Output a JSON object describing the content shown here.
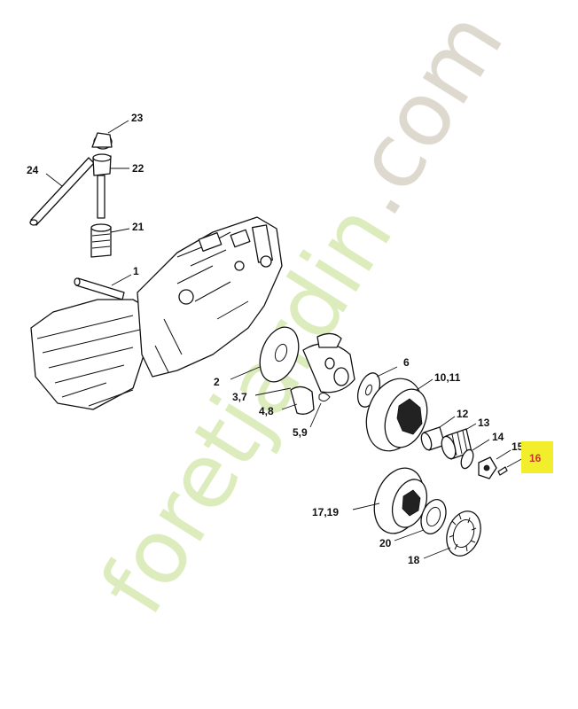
{
  "watermark": {
    "green_part": "foretjardin",
    "grey_part": ".com"
  },
  "highlight_color": "#f2ee2c",
  "labels": {
    "l23": "23",
    "l24": "24",
    "l22": "22",
    "l21": "21",
    "l1": "1",
    "l2": "2",
    "l6": "6",
    "l1011": "10,11",
    "l37": "3,7",
    "l48": "4,8",
    "l59": "5,9",
    "l12": "12",
    "l13": "13",
    "l14": "14",
    "l15": "15",
    "l16": "16",
    "l1719": "17,19",
    "l20": "20",
    "l18": "18"
  }
}
